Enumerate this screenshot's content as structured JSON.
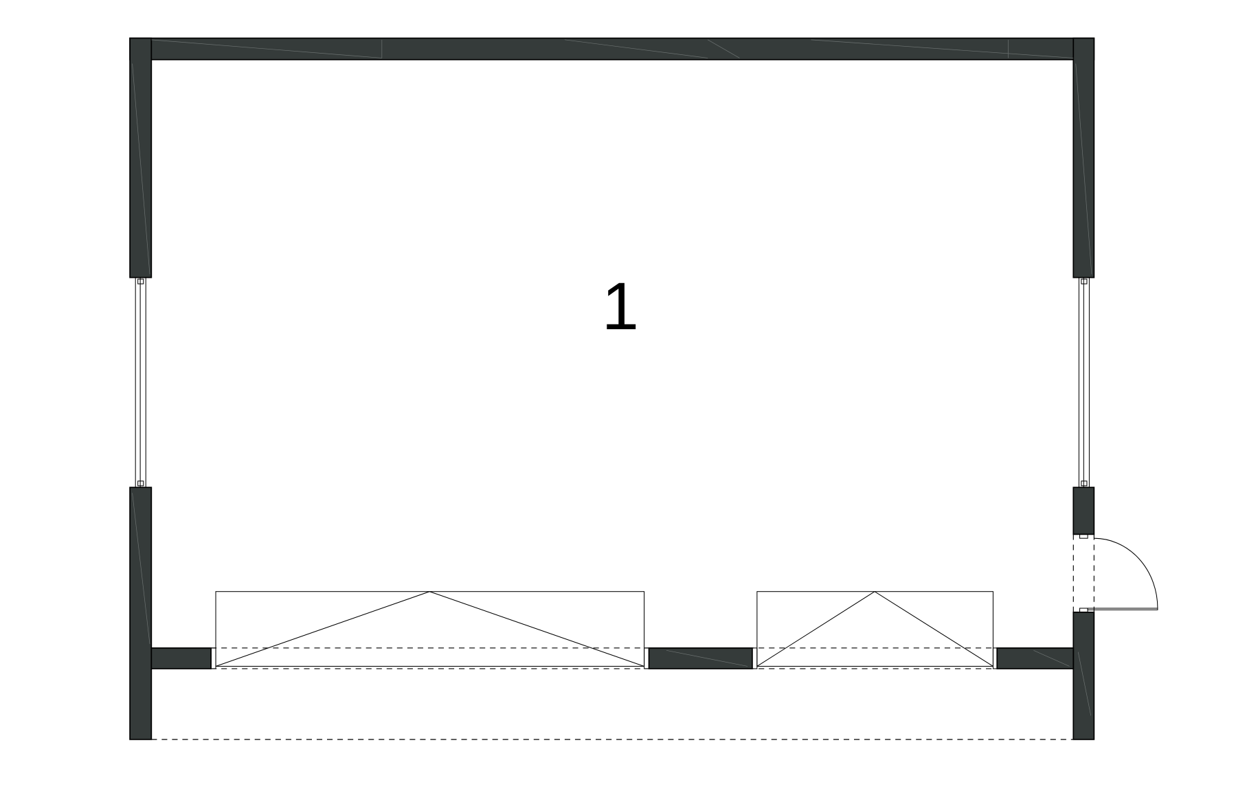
{
  "plan": {
    "room_label": "1",
    "wall_color": "#353b3a",
    "elements": [
      "exterior-walls",
      "windows-left",
      "windows-right",
      "garage-door-large",
      "garage-door-small",
      "entry-door"
    ]
  }
}
